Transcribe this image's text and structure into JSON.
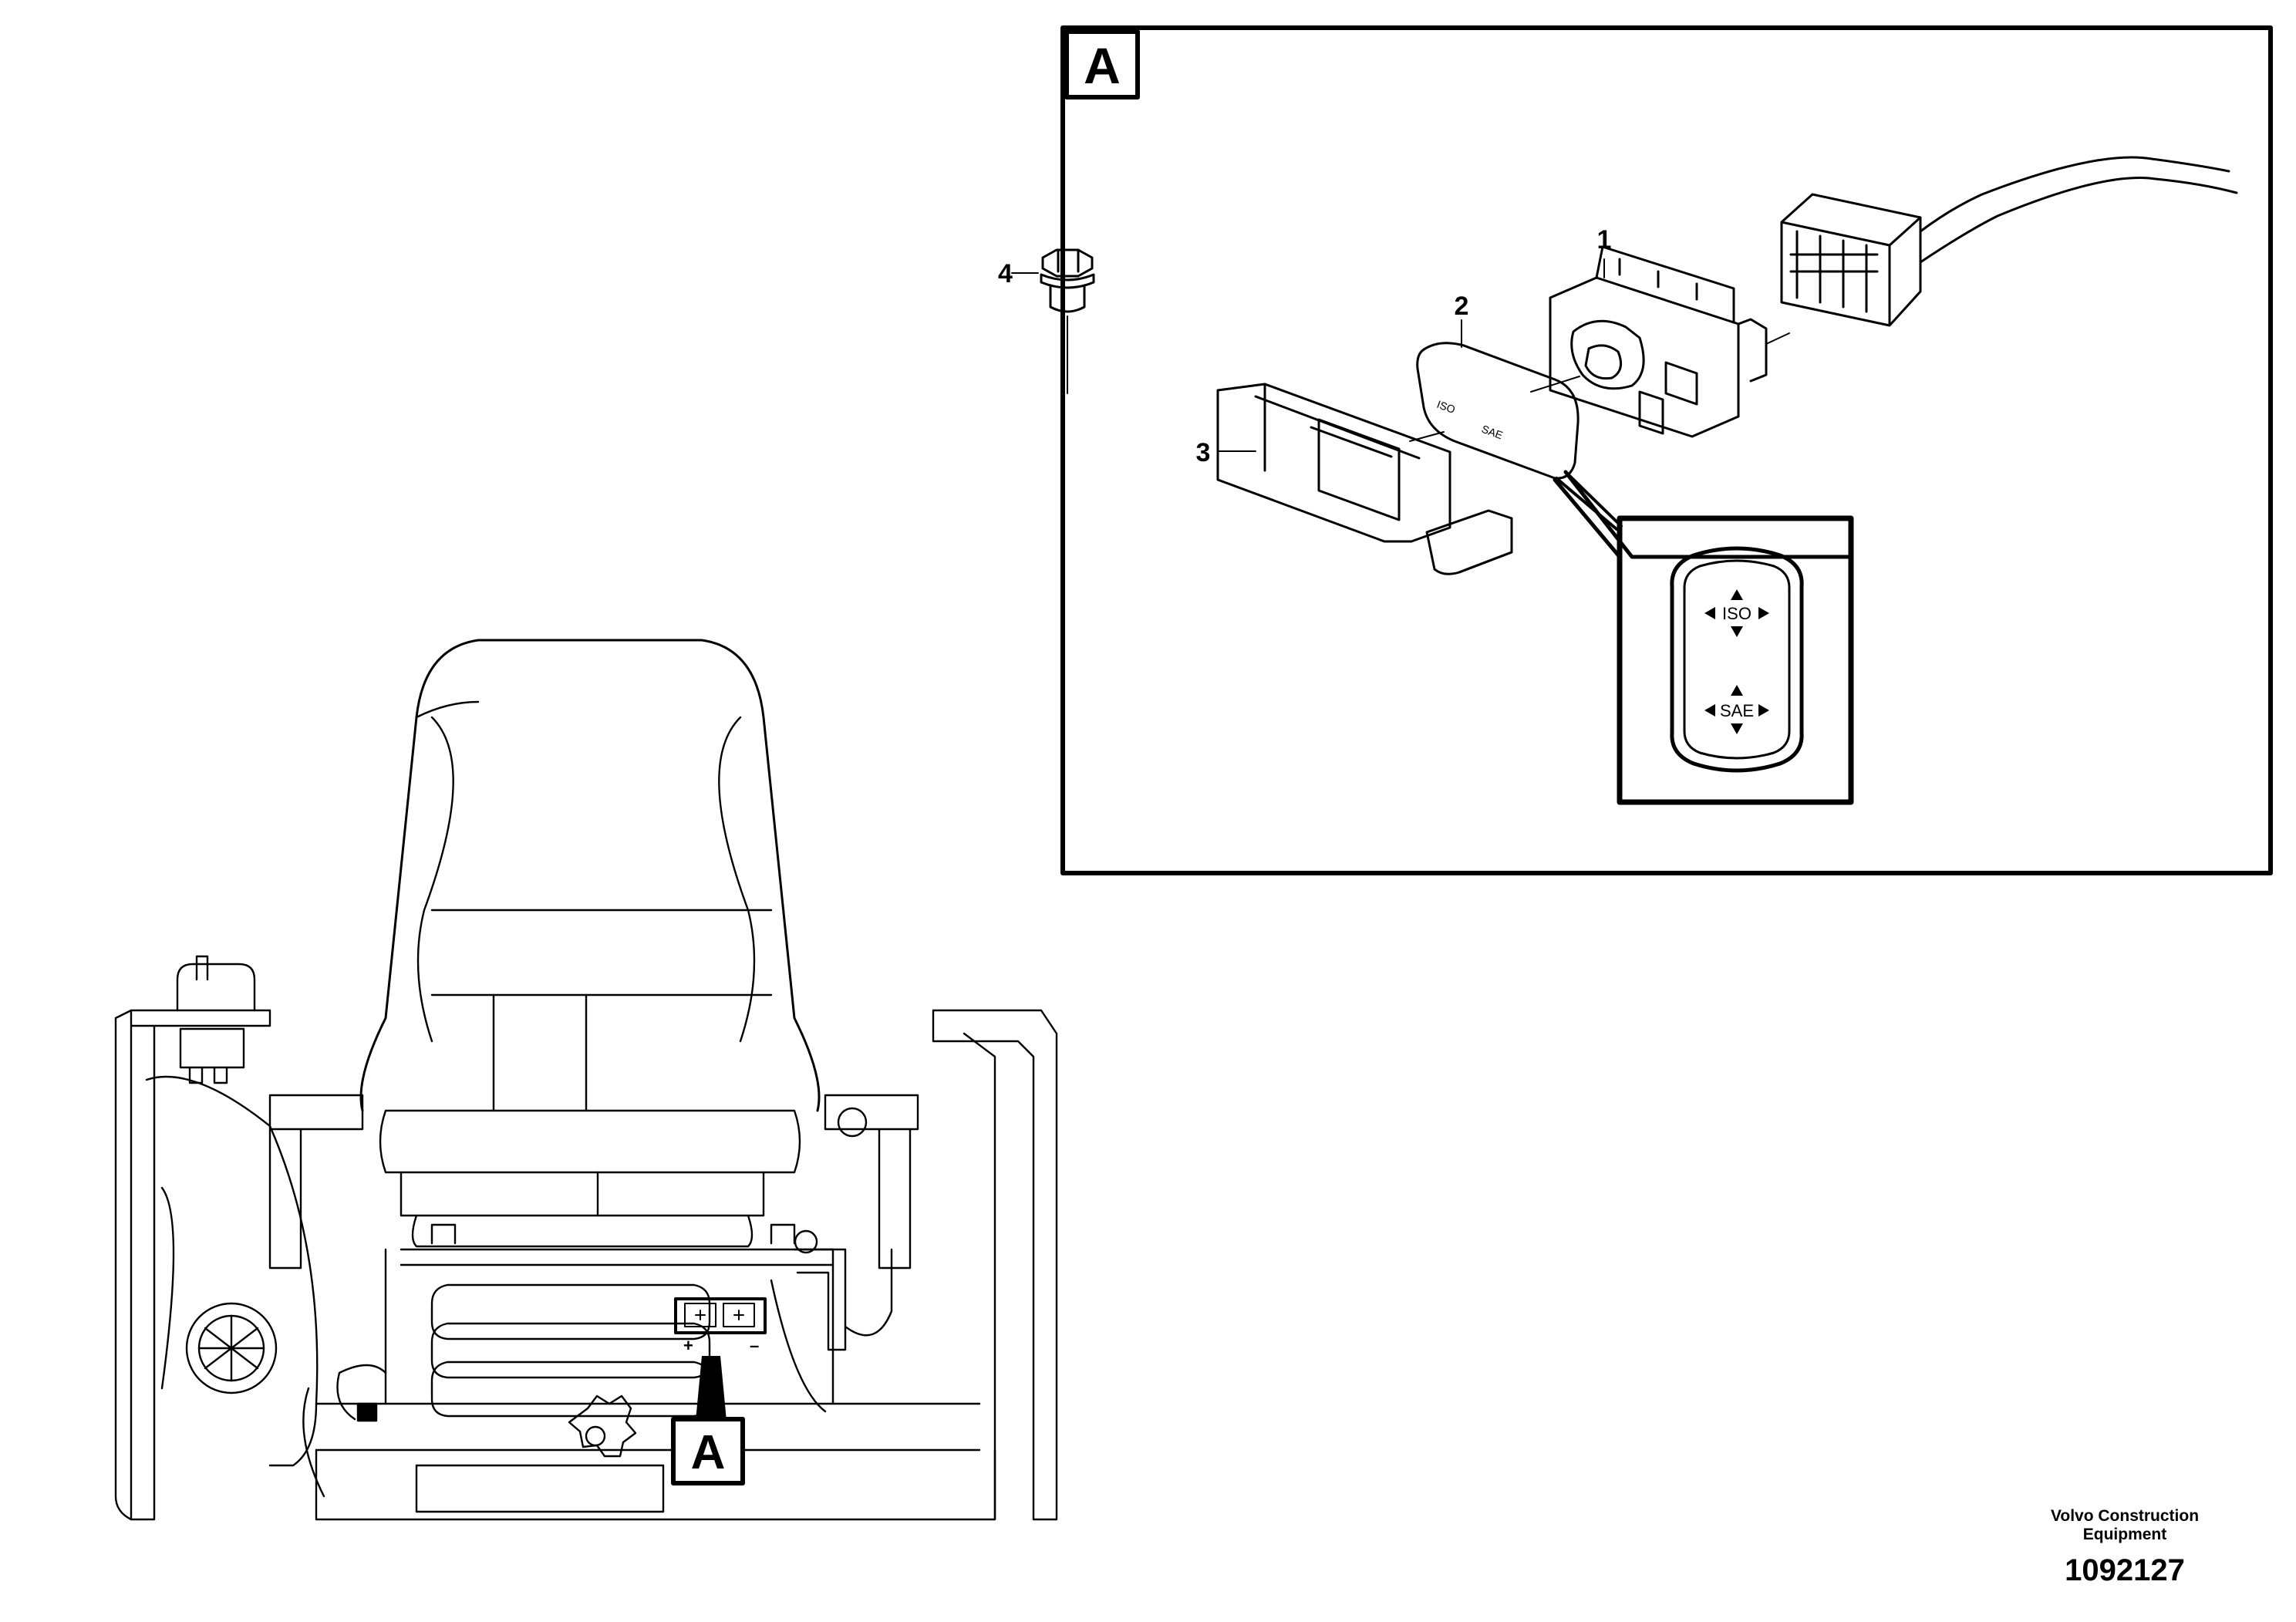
{
  "detail_view": {
    "frame_label": "A",
    "callouts": [
      {
        "number": "1",
        "part": "switch"
      },
      {
        "number": "2",
        "part": "switch-cover"
      },
      {
        "number": "3",
        "part": "bracket"
      },
      {
        "number": "4",
        "part": "bolt"
      }
    ],
    "zoom_labels": {
      "top": "ISO",
      "bottom": "SAE"
    },
    "small_switch_labels": {
      "top": "ISO",
      "bottom": "SAE"
    }
  },
  "overview": {
    "location_label": "A",
    "panel_signs": {
      "left": "+",
      "right": "–"
    }
  },
  "footer": {
    "company_line1": "Volvo Construction",
    "company_line2": "Equipment",
    "part_number": "1092127"
  }
}
